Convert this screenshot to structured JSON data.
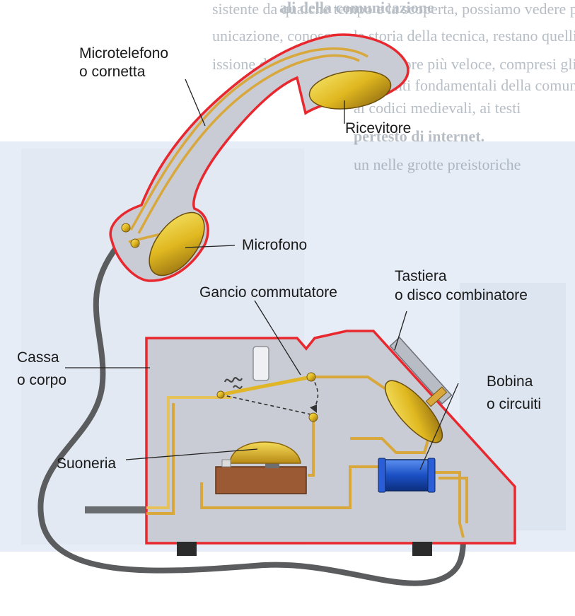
{
  "labels": {
    "handset": [
      "Microtelefono",
      "o cornetta"
    ],
    "receiver": "Ricevitore",
    "microphone": "Microfono",
    "hook_switch": "Gancio commutatore",
    "dial": [
      "Tastiera",
      "o disco combinatore"
    ],
    "case": [
      "Cassa",
      "o corpo"
    ],
    "coil": [
      "Bobina",
      "o circuiti"
    ],
    "bell": "Suoneria"
  },
  "background_text": {
    "heading": "ali della comunicazione",
    "lines": [
      "sistente da qualche tempo e la scoperta, possiamo vedere più",
      "unicazione, conoscere la storia della tecnica, restano quelli che",
      "issione delle idee in modo sempre più veloce, compresi gli strumenti della moderna",
      "questi strumenti fondamentali della comunicazione sono:",
      "ai codici medievali, ai testi",
      "pertesto di internet.",
      "un nelle grotte preistoriche"
    ]
  },
  "colors": {
    "outline": "#e8282e",
    "body_fill": "#c9ccd4",
    "wire": "#d9a83c",
    "gold": "#e6c52a",
    "coil_blue": "#1e56c8",
    "bell_base": "#9b5a33",
    "cord": "#5a5c5e",
    "page_blue": "#e7edf6"
  }
}
